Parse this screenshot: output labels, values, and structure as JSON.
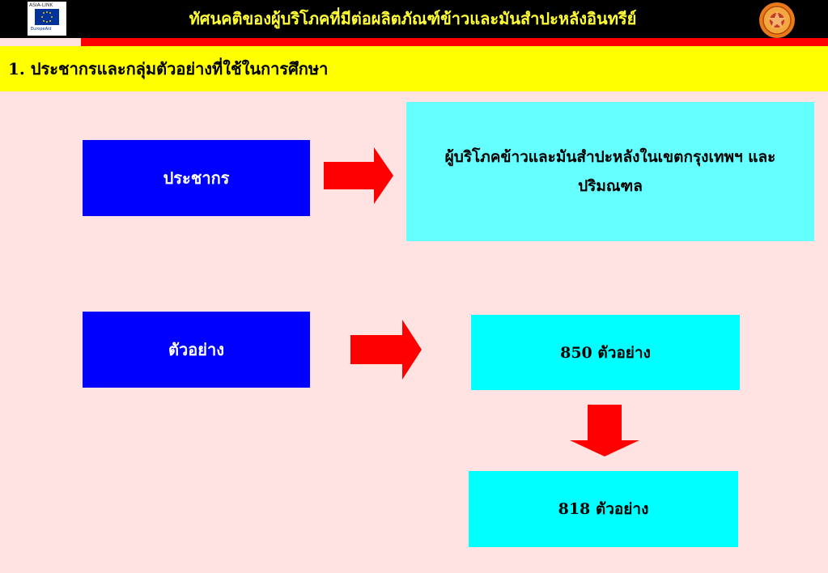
{
  "header": {
    "title": "ทัศนคติของผู้บริโภคที่มีต่อผลิตภัณฑ์ข้าวและมันสำปะหลังอินทรีย์",
    "logo_left_top": "ASIA-LINK",
    "logo_left_bottom": "EuropeAid"
  },
  "section": {
    "title": "1. ประชากรและกลุ่มตัวอย่างที่ใช้ในการศึกษา"
  },
  "diagram": {
    "population_label": "ประชากร",
    "population_desc": "ผู้บริโภคข้าวและมันสำปะหลังในเขตกรุงเทพฯ และปริมณฑล",
    "sample_label": "ตัวอย่าง",
    "sample_planned": "850 ตัวอย่าง",
    "sample_final": "818 ตัวอย่าง"
  },
  "colors": {
    "background": "#ffe3e3",
    "topbar": "#000000",
    "title_text": "#ffff33",
    "red_bar": "#ff0000",
    "section_band": "#ffff00",
    "blue_box": "#0000ff",
    "cyan_box": "#00ffff",
    "light_cyan_box": "#66ffff",
    "arrow": "#ff0000"
  }
}
